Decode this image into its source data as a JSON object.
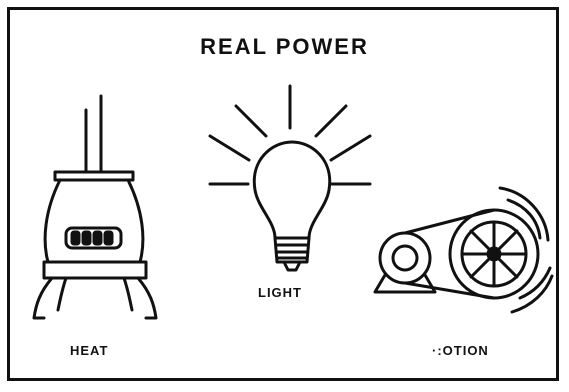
{
  "title": "REAL POWER",
  "labels": {
    "heat": "HEAT",
    "light": "LIGHT",
    "motion": "·:OTION"
  },
  "icons": [
    "stove-icon",
    "light-bulb-icon",
    "motor-pulley-icon"
  ],
  "colors": {
    "ink": "#111111",
    "background": "#ffffff"
  }
}
